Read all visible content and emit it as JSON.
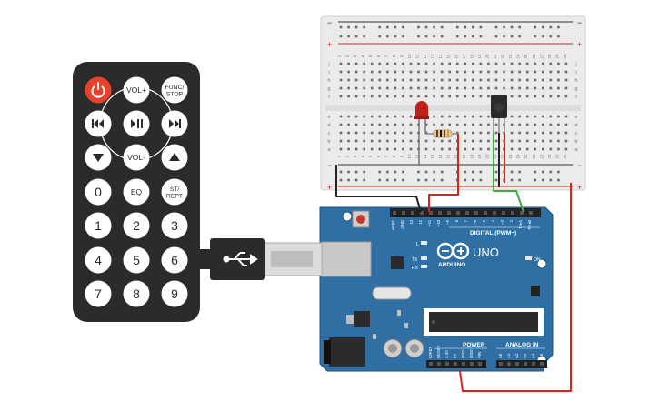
{
  "remote": {
    "buttons": [
      {
        "id": "power",
        "label": "",
        "icon": "power-icon",
        "color": "#e8402a"
      },
      {
        "id": "vol-up",
        "label": "VOL+"
      },
      {
        "id": "func-stop",
        "label": "FUNC/STOP",
        "lines": [
          "FUNC/",
          "STOP"
        ]
      },
      {
        "id": "prev",
        "label": "",
        "icon": "skip-back-icon"
      },
      {
        "id": "play-pause",
        "label": "",
        "icon": "play-pause-icon"
      },
      {
        "id": "next",
        "label": "",
        "icon": "skip-forward-icon"
      },
      {
        "id": "down",
        "label": "",
        "icon": "triangle-down-icon"
      },
      {
        "id": "vol-down",
        "label": "VOL-"
      },
      {
        "id": "up",
        "label": "",
        "icon": "triangle-up-icon"
      },
      {
        "id": "num-0",
        "label": "0"
      },
      {
        "id": "eq",
        "label": "EQ"
      },
      {
        "id": "st-rept",
        "label": "ST/REPT",
        "lines": [
          "ST/",
          "REPT"
        ]
      },
      {
        "id": "num-1",
        "label": "1"
      },
      {
        "id": "num-2",
        "label": "2"
      },
      {
        "id": "num-3",
        "label": "3"
      },
      {
        "id": "num-4",
        "label": "4"
      },
      {
        "id": "num-5",
        "label": "5"
      },
      {
        "id": "num-6",
        "label": "6"
      },
      {
        "id": "num-7",
        "label": "7"
      },
      {
        "id": "num-8",
        "label": "8"
      },
      {
        "id": "num-9",
        "label": "9"
      }
    ]
  },
  "breadboard": {
    "rail_minus": "−",
    "rail_plus": "+",
    "row_letters_top": [
      "j",
      "i",
      "h",
      "g",
      "f"
    ],
    "row_letters_bottom": [
      "e",
      "d",
      "c",
      "b",
      "a"
    ],
    "column_numbers": [
      "1",
      "2",
      "3",
      "4",
      "5",
      "6",
      "7",
      "8",
      "9",
      "10",
      "11",
      "12",
      "13",
      "14",
      "15",
      "16",
      "17",
      "18",
      "19",
      "20",
      "21",
      "22",
      "23",
      "24",
      "25",
      "26",
      "27",
      "28",
      "29",
      "30"
    ]
  },
  "arduino": {
    "brand": "ARDUINO",
    "model": "UNO",
    "digital_header": "DIGITAL (PWM~)",
    "digital_pins": [
      "AREF",
      "GND",
      "13",
      "12",
      "~11",
      "~10",
      "~9",
      "8",
      "7",
      "~6",
      "~5",
      "4",
      "~3",
      "2",
      "TX▸1",
      "RX◂0"
    ],
    "power_header": "POWER",
    "power_pins": [
      "IOREF",
      "RESET",
      "3.3V",
      "5V",
      "GND",
      "GND",
      "VIN"
    ],
    "analog_header": "ANALOG IN",
    "analog_pins": [
      "A0",
      "A1",
      "A2",
      "A3",
      "A4",
      "A5"
    ],
    "led_l": "L",
    "led_tx": "TX",
    "led_rx": "RX",
    "led_on": "ON",
    "board_color": "#2f6fa3"
  },
  "colors": {
    "wire_red": "#d9241c",
    "wire_black": "#222222",
    "wire_green": "#3fae3c",
    "remote_body": "#2b2b2b"
  }
}
